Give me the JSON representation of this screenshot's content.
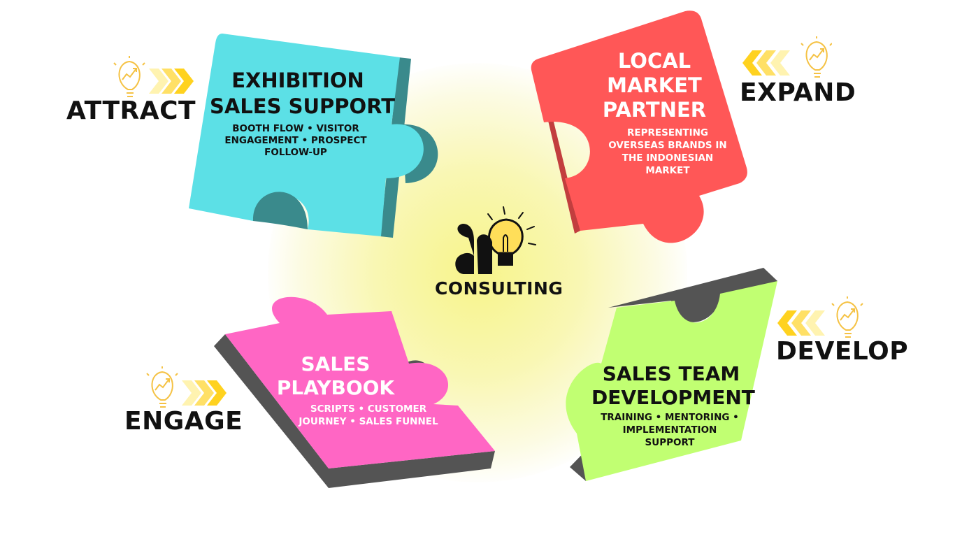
{
  "stages": {
    "attract": "ATTRACT",
    "expand": "EXPAND",
    "engage": "ENGAGE",
    "develop": "DEVELOP"
  },
  "pieces": {
    "exhibition": {
      "title_line1": "EXHIBITION",
      "title_line2": "SALES SUPPORT",
      "sub_line1": "BOOTH FLOW • VISITOR",
      "sub_line2": "ENGAGEMENT • PROSPECT",
      "sub_line3": "FOLLOW-UP",
      "color": "#5ce0e6",
      "shade": "#3a8a8c"
    },
    "local": {
      "title_line1": "LOCAL",
      "title_line2": "MARKET",
      "title_line3": "PARTNER",
      "sub_line1": "REPRESENTING",
      "sub_line2": "OVERSEAS BRANDS IN",
      "sub_line3": "THE INDONESIAN",
      "sub_line4": "MARKET",
      "color": "#ff5757"
    },
    "playbook": {
      "title_line1": "SALES",
      "title_line2": "PLAYBOOK",
      "sub_line1": "SCRIPTS • CUSTOMER",
      "sub_line2": "JOURNEY • SALES FUNNEL",
      "color": "#ff66c4",
      "shade": "#545454"
    },
    "team": {
      "title_line1": "SALES TEAM",
      "title_line2": "DEVELOPMENT",
      "sub_line1": "TRAINING • MENTORING •",
      "sub_line2": "IMPLEMENTATION",
      "sub_line3": "SUPPORT",
      "color": "#c1ff72",
      "shade": "#545454"
    }
  },
  "logo": {
    "text": "CONSULTING"
  },
  "icons": {
    "bulb": "lightbulb-growth-icon",
    "arrows": "chevron-arrows-icon"
  },
  "colors": {
    "accent_yellow": "#ffd21f",
    "glow": "#f7f48a"
  }
}
